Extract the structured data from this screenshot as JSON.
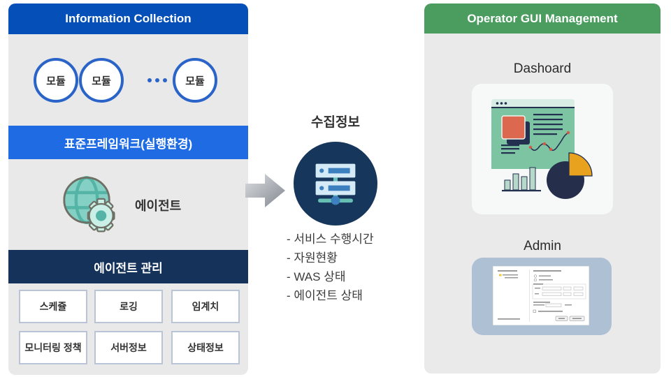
{
  "left_panel": {
    "title": "Information Collection",
    "modules": [
      "모듈",
      "모듈",
      "모듈"
    ],
    "framework_bar": "표준프레임워크(실행환경)",
    "agent_label": "에이전트",
    "management_bar": "에이전트 관리",
    "management_items": [
      "스케쥴",
      "로깅",
      "임계치",
      "모니터링 정책",
      "서버정보",
      "상태정보"
    ]
  },
  "middle": {
    "title": "수집정보",
    "items": [
      "- 서비스 수행시간",
      "- 자원현황",
      "- WAS 상태",
      "- 에이전트 상태"
    ]
  },
  "right_panel": {
    "title": "Operator GUI Management",
    "dashboard_label": "Dashoard",
    "admin_label": "Admin"
  },
  "colors": {
    "left_header_blue": "#0550b8",
    "framework_blue": "#1f6be4",
    "navy": "#14325a",
    "circle_border_blue": "#2a64c8",
    "panel_gray": "#e9e9ea",
    "right_header_green": "#4a9c5f",
    "server_circle_navy": "#16365c",
    "teal": "#66bfb2",
    "illustration_green": "#7cc4a2",
    "illustration_navy": "#233050",
    "illustration_orange": "#dd6850",
    "pie_orange": "#e8a21d",
    "admin_panel_blue_gray": "#aec0d4"
  }
}
